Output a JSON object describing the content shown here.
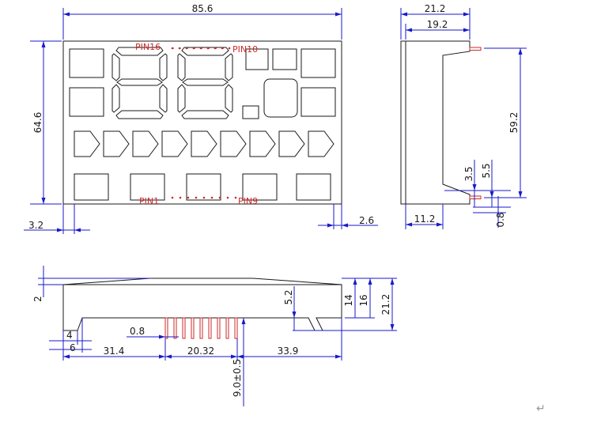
{
  "front_view": {
    "dims": {
      "width": "85.6",
      "height": "64.6",
      "left_margin": "3.2",
      "right_margin": "2.6"
    },
    "pins": {
      "top_left": "PIN16",
      "top_right": "PIN10",
      "bottom_left": "PIN1",
      "bottom_right": "PIN9"
    }
  },
  "side_view": {
    "dims": {
      "total_depth": "21.2",
      "body_depth": "19.2",
      "pin_pitch": "59.2",
      "pin_offset_a": "3.5",
      "pin_offset_b": "5.5",
      "lead_width": "0.8",
      "base_depth": "11.2"
    }
  },
  "bottom_view": {
    "dims": {
      "lip": "2",
      "step": "4",
      "edge": "6",
      "to_pins": "31.4",
      "pin_span": "20.32",
      "pin_width": "0.8",
      "to_right": "33.9",
      "pin_height": "5.2",
      "h14": "14",
      "h16": "16",
      "h21": "21.2",
      "lead_length": "9.0±0.5"
    }
  },
  "corner_mark": "↵"
}
